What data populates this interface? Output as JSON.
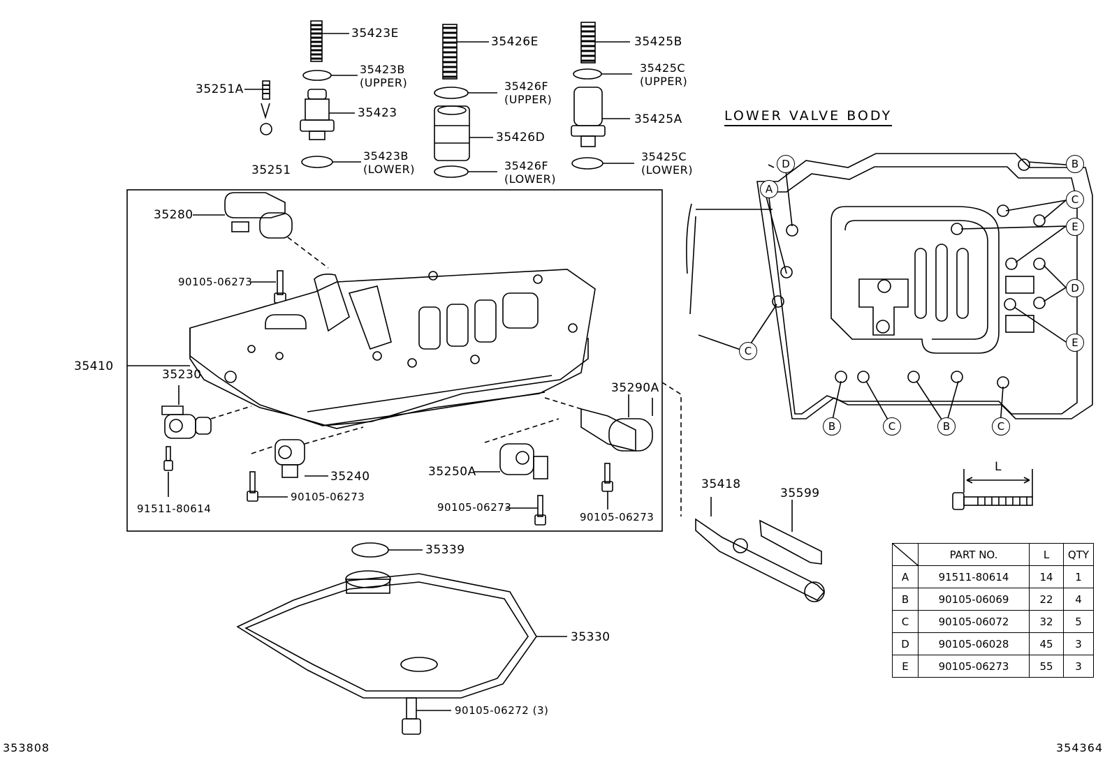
{
  "section_title": "LOWER VALVE BODY",
  "image_codes": {
    "left": "353808",
    "right": "354364"
  },
  "part_labels": {
    "p35423E": "35423E",
    "p35423B_upper_no": "35423B",
    "p35423B_upper_tag": "(UPPER)",
    "p35423": "35423",
    "p35423B_lower_no": "35423B",
    "p35423B_lower_tag": "(LOWER)",
    "p35426E": "35426E",
    "p35426F_upper_no": "35426F",
    "p35426F_upper_tag": "(UPPER)",
    "p35426D": "35426D",
    "p35426F_lower_no": "35426F",
    "p35426F_lower_tag": "(LOWER)",
    "p35425B": "35425B",
    "p35425C_upper_no": "35425C",
    "p35425C_upper_tag": "(UPPER)",
    "p35425A": "35425A",
    "p35425C_lower_no": "35425C",
    "p35425C_lower_tag": "(LOWER)",
    "p35251A": "35251A",
    "p35251": "35251",
    "p35280": "35280",
    "p90105_06273_a": "90105-06273",
    "p35410": "35410",
    "p35230": "35230",
    "p91511_80614": "91511-80614",
    "p35240": "35240",
    "p90105_06273_b": "90105-06273",
    "p35250A": "35250A",
    "p90105_06273_c": "90105-06273",
    "p35290A": "35290A",
    "p90105_06273_d": "90105-06273",
    "p35339": "35339",
    "p35330": "35330",
    "p90105_06272": "90105-06272 (3)",
    "p35418": "35418",
    "p35599": "35599"
  },
  "callout_letters": {
    "A": "A",
    "B": "B",
    "C": "C",
    "D": "D",
    "E": "E"
  },
  "bolt_dimension_label": "L",
  "spec_table": {
    "headers": {
      "part_no": "PART NO.",
      "length": "L",
      "qty": "QTY"
    },
    "rows": [
      {
        "key": "A",
        "part_no": "91511-80614",
        "length": "14",
        "qty": "1"
      },
      {
        "key": "B",
        "part_no": "90105-06069",
        "length": "22",
        "qty": "4"
      },
      {
        "key": "C",
        "part_no": "90105-06072",
        "length": "32",
        "qty": "5"
      },
      {
        "key": "D",
        "part_no": "90105-06028",
        "length": "45",
        "qty": "3"
      },
      {
        "key": "E",
        "part_no": "90105-06273",
        "length": "55",
        "qty": "3"
      }
    ]
  }
}
